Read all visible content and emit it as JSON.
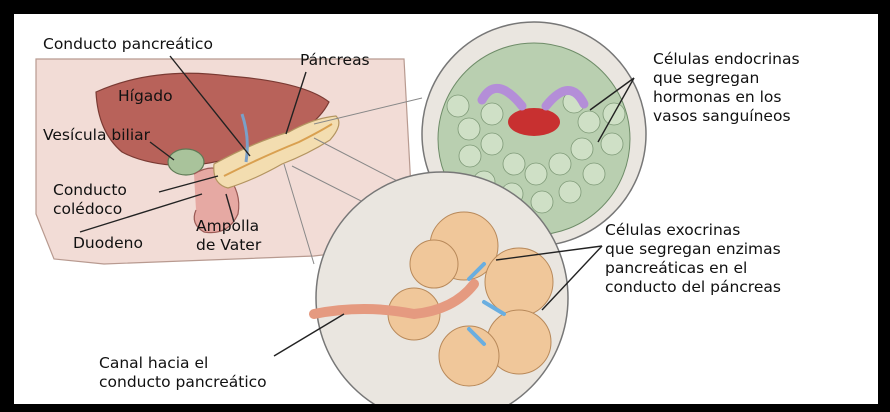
{
  "labels": {
    "conducto_pancreatico": "Conducto pancreático",
    "pancreas": "Páncreas",
    "higado": "Hígado",
    "vesicula_biliar": "Vesícula biliar",
    "conducto_coledoco": [
      "Conducto",
      "colédoco"
    ],
    "duodeno": "Duodeno",
    "ampolla_vater": [
      "Ampolla",
      "de Vater"
    ],
    "celulas_endocrinas": [
      "Células endocrinas",
      "que segregan",
      "hormonas en los",
      "vasos sanguíneos"
    ],
    "celulas_exocrinas": [
      "Células exocrinas",
      "que segregan enzimas",
      "pancreáticas en el",
      "conducto del páncreas"
    ],
    "canal_hacia": [
      "Canal hacia el",
      "conducto pancreático"
    ]
  },
  "colors": {
    "frame": "#000000",
    "body_background": "#f2dcd6",
    "liver": "#b8625a",
    "pancreas": "#f3ddb0",
    "gallbladder": "#a9c39b",
    "duodenum": "#e6a9a3",
    "endocrine_cells": "#b9cfb0",
    "endocrine_vessel": "#c83030",
    "hormone_arrows": "#b48ed8",
    "exocrine_cells": "#f0c79a",
    "enzyme_arrows": "#6aaee0",
    "duct": "#e59a80"
  }
}
